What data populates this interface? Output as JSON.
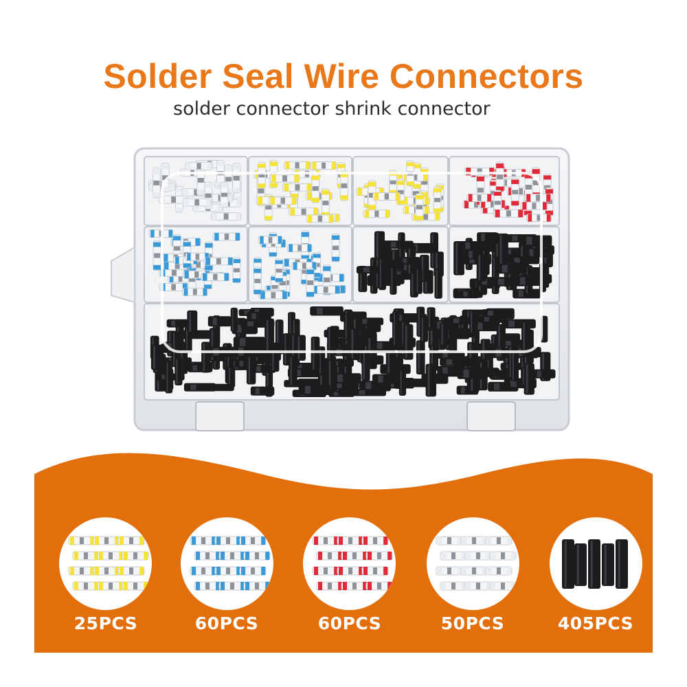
{
  "header": {
    "title": "Solder Seal Wire Connectors",
    "subtitle": "solder connector shrink connector"
  },
  "colors": {
    "title": "#e8781a",
    "banner": "#e26f0c",
    "yellow": "#f5e23a",
    "blue": "#3a9ad8",
    "red": "#e02a38",
    "black": "#1c1c1e"
  },
  "kits": [
    {
      "label": "25PCS",
      "color": "yellow"
    },
    {
      "label": "60PCS",
      "color": "blue"
    },
    {
      "label": "60PCS",
      "color": "red"
    },
    {
      "label": "50PCS",
      "color": "clear"
    },
    {
      "label": "405PCS",
      "color": "black"
    }
  ]
}
